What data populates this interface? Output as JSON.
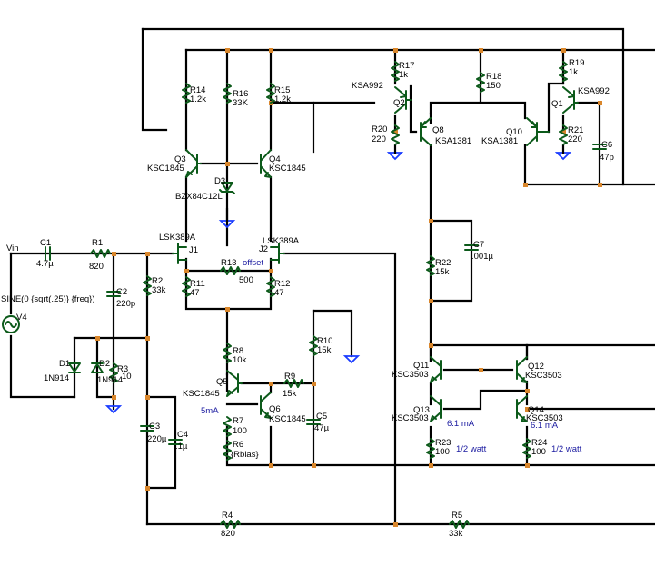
{
  "schematic": {
    "net_labels": {
      "vin": "Vin"
    },
    "resistors": [
      {
        "ref": "R1",
        "value": "820"
      },
      {
        "ref": "R2",
        "value": "33k"
      },
      {
        "ref": "R3",
        "value": "10"
      },
      {
        "ref": "R4",
        "value": "820"
      },
      {
        "ref": "R5",
        "value": "33k"
      },
      {
        "ref": "R6",
        "value": "{Rbias}"
      },
      {
        "ref": "R7",
        "value": "100"
      },
      {
        "ref": "R8",
        "value": "10k"
      },
      {
        "ref": "R9",
        "value": "15k"
      },
      {
        "ref": "R10",
        "value": "15k"
      },
      {
        "ref": "R11",
        "value": "47"
      },
      {
        "ref": "R12",
        "value": "47"
      },
      {
        "ref": "R13",
        "value": "500",
        "note": "offset"
      },
      {
        "ref": "R14",
        "value": "1.2k"
      },
      {
        "ref": "R15",
        "value": "1.2k"
      },
      {
        "ref": "R16",
        "value": "33K"
      },
      {
        "ref": "R17",
        "value": "1k"
      },
      {
        "ref": "R18",
        "value": "150"
      },
      {
        "ref": "R19",
        "value": "1k"
      },
      {
        "ref": "R20",
        "value": "220"
      },
      {
        "ref": "R21",
        "value": "220"
      },
      {
        "ref": "R22",
        "value": "15k"
      },
      {
        "ref": "R23",
        "value": "100",
        "note": "1/2 watt"
      },
      {
        "ref": "R24",
        "value": "100",
        "note": "1/2 watt"
      }
    ],
    "capacitors": [
      {
        "ref": "C1",
        "value": "4.7µ"
      },
      {
        "ref": "C2",
        "value": "220p"
      },
      {
        "ref": "C3",
        "value": "220µ"
      },
      {
        "ref": "C4",
        "value": ".1µ"
      },
      {
        "ref": "C5",
        "value": "47µ"
      },
      {
        "ref": "C6",
        "value": "47p"
      },
      {
        "ref": "C7",
        "value": ".001µ"
      }
    ],
    "diodes": [
      {
        "ref": "D1",
        "value": "1N914"
      },
      {
        "ref": "D2",
        "value": "1N914"
      },
      {
        "ref": "D3",
        "value": "BZX84C12L"
      }
    ],
    "transistors": [
      {
        "ref": "Q1",
        "value": "KSA992"
      },
      {
        "ref": "Q2",
        "value": "KSA992"
      },
      {
        "ref": "Q3",
        "value": "KSC1845"
      },
      {
        "ref": "Q4",
        "value": "KSC1845"
      },
      {
        "ref": "Q5",
        "value": "KSC1845"
      },
      {
        "ref": "Q6",
        "value": "KSC1845"
      },
      {
        "ref": "Q8",
        "value": "KSA1381"
      },
      {
        "ref": "Q10",
        "value": "KSA1381"
      },
      {
        "ref": "Q11",
        "value": "KSC3503"
      },
      {
        "ref": "Q12",
        "value": "KSC3503"
      },
      {
        "ref": "Q13",
        "value": "KSC3503"
      },
      {
        "ref": "Q14",
        "value": "KSC3503"
      }
    ],
    "jfets": [
      {
        "ref": "J1",
        "value": "LSK389A"
      },
      {
        "ref": "J2",
        "value": "LSK389A"
      }
    ],
    "source": {
      "ref": "V4",
      "value": "SINE(0 {sqrt(.25)} {freq})"
    },
    "annotations": {
      "bias_current": "5mA",
      "q13_current": "6.1 mA",
      "q14_current": "6.1 mA"
    }
  }
}
